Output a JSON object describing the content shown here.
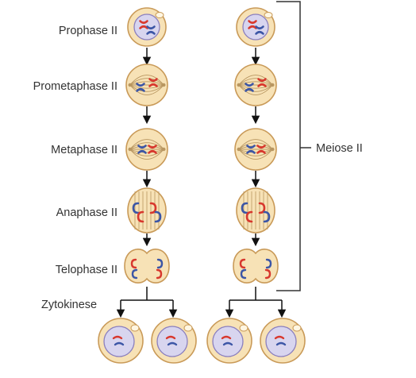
{
  "diagram": {
    "stage_labels": [
      "Prophase II",
      "Prometaphase II",
      "Metaphase II",
      "Anaphase II",
      "Telophase II"
    ],
    "division_label": "Zytokinese",
    "bracket_label": "Meiose II",
    "colors": {
      "cytoplasm": "#f7e2b6",
      "cell_outline": "#c99a58",
      "nucleus": "#d8d5ef",
      "nucleus_outline": "#8a7fbe",
      "chromosome_red": "#d8382e",
      "chromosome_blue": "#3c56a6",
      "spindle": "#b89660",
      "arrow": "#111111"
    }
  }
}
